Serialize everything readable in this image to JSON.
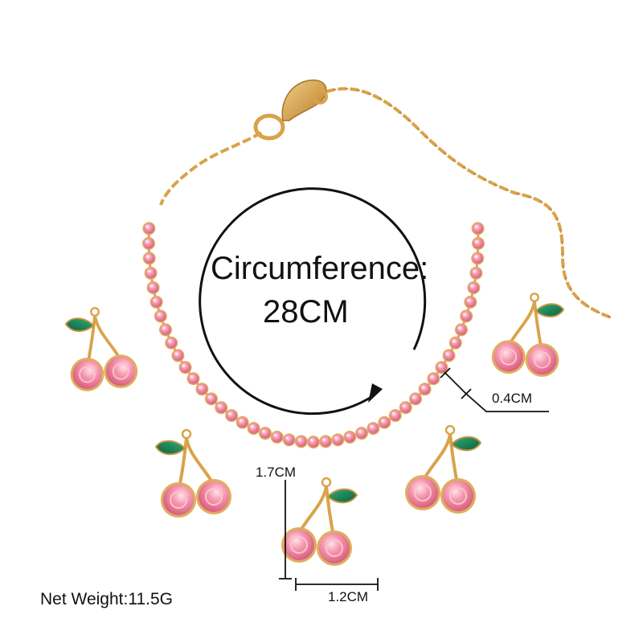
{
  "product": {
    "circumference_label": "Circumference:",
    "circumference_value": "28CM",
    "width_dimension": "0.4CM",
    "pendant_drop": "1.7CM",
    "pendant_width": "1.2CM",
    "net_weight": "Net Weight:11.5G"
  },
  "colors": {
    "gold": "#d9a34a",
    "gold_dark": "#a9732a",
    "crystal_pink": "#f28aa3",
    "crystal_highlight": "#ffd6e0",
    "leaf_green": "#1f8a5c",
    "dimension_lines": "#111111"
  },
  "icons": [
    "circular-arrow-icon",
    "lobster-clasp-icon",
    "cherry-charm-icon"
  ]
}
